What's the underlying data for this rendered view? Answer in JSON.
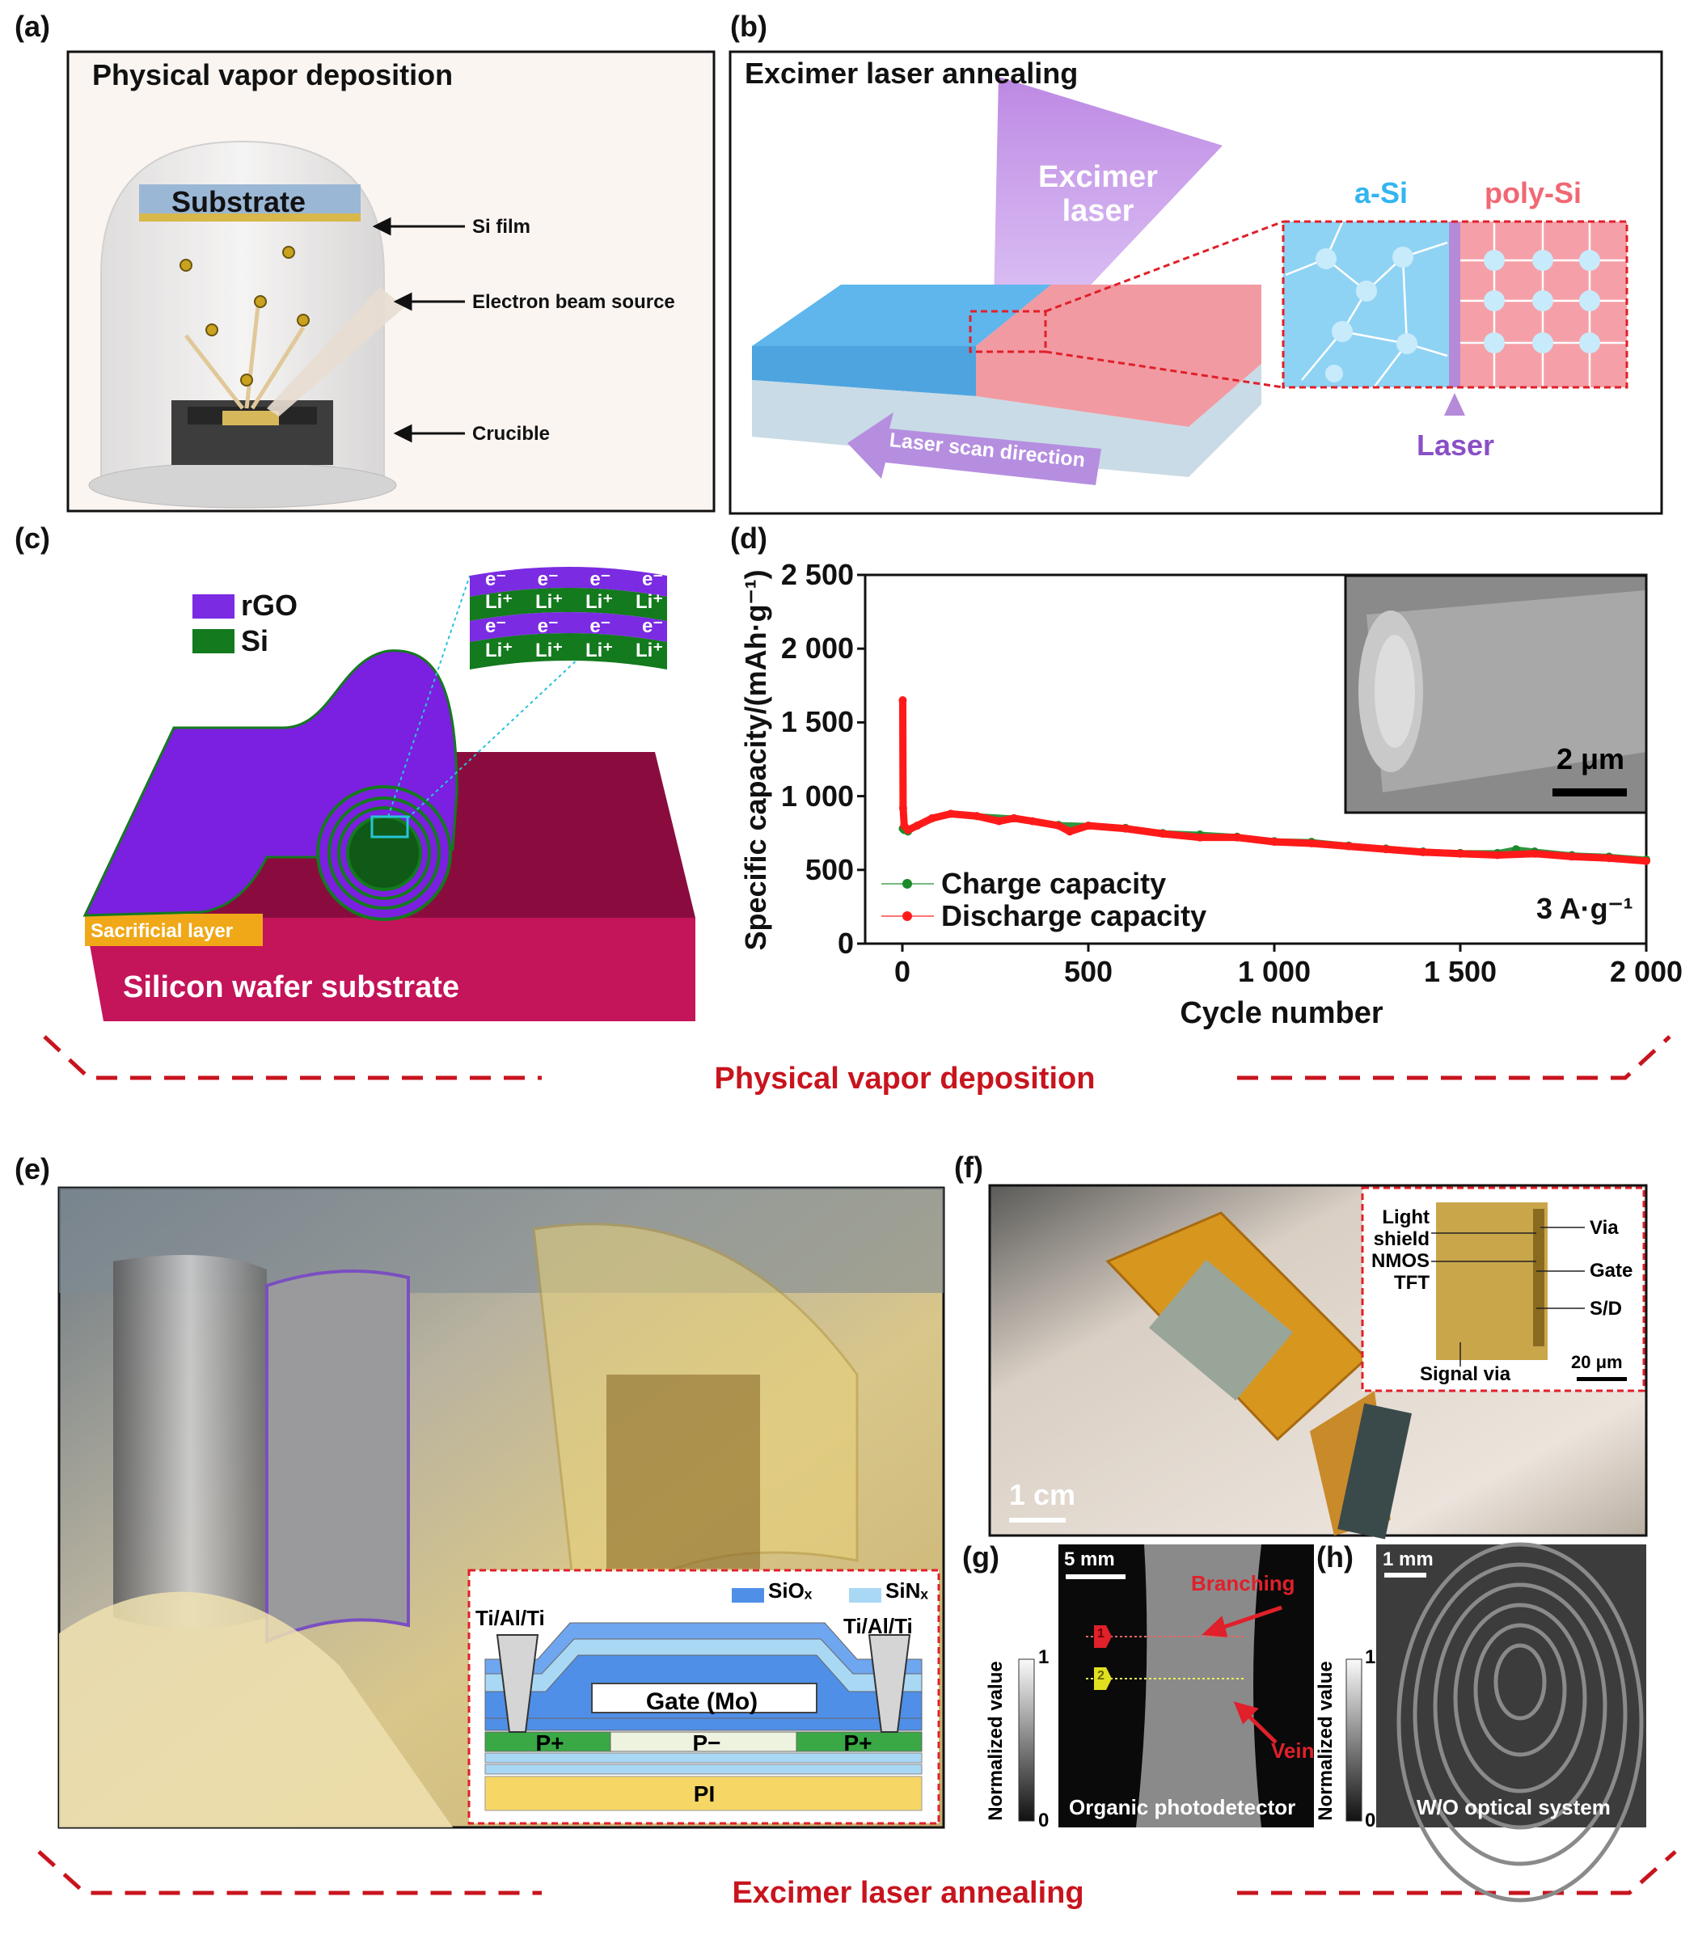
{
  "section_labels": {
    "top": "Physical vapor deposition",
    "bottom": "Excimer laser annealing"
  },
  "panels": {
    "a": {
      "label": "(a)",
      "title": "Physical vapor deposition",
      "substrate": "Substrate",
      "callouts": {
        "si_film": "Si film",
        "electron_beam": "Electron beam source",
        "crucible": "Crucible"
      }
    },
    "b": {
      "label": "(b)",
      "title": "Excimer laser annealing",
      "laser_line1": "Excimer",
      "laser_line2": "laser",
      "a_si": "a-Si",
      "poly_si": "poly-Si",
      "laser_mark": "Laser",
      "scan": "Laser scan direction"
    },
    "c": {
      "label": "(c)",
      "legend_rgo": "rGO",
      "legend_si": "Si",
      "sacrificial": "Sacrificial layer",
      "substrate": "Silicon wafer substrate",
      "electron": "e⁻",
      "lithium": "Li⁺"
    },
    "d": {
      "label": "(d)",
      "scale_bar": "2 μm"
    },
    "e": {
      "label": "(e)",
      "siox": "SiOₓ",
      "sinx": "SiNₓ",
      "contact_left": "Ti/Al/Ti",
      "contact_right": "Ti/Al/Ti",
      "gate": "Gate (Mo)",
      "p_plus_left": "P+",
      "p_minus": "P−",
      "p_plus_right": "P+",
      "pi": "PI"
    },
    "f": {
      "label": "(f)",
      "scale_bar": "1 cm",
      "light_shield_1": "Light",
      "light_shield_2": "shield",
      "nmos_1": "NMOS",
      "nmos_2": "TFT",
      "via": "Via",
      "gate": "Gate",
      "sd": "S/D",
      "signal_via": "Signal via",
      "inset_scale": "20 μm"
    },
    "g": {
      "label": "(g)",
      "scale_bar": "5 mm",
      "branching": "Branching",
      "vein": "Vein",
      "caption": "Organic photodetector",
      "colorbar_label": "Normalized value",
      "colorbar_max": "1",
      "colorbar_min": "0",
      "marker1": "1",
      "marker2": "2"
    },
    "h": {
      "label": "(h)",
      "scale_bar": "1 mm",
      "caption": "W/O optical system",
      "colorbar_label": "Normalized value",
      "colorbar_max": "1",
      "colorbar_min": "0"
    }
  },
  "colors": {
    "accent_red": "#c8141e",
    "rgo": "#7b2be2",
    "si": "#137a1e",
    "a_si": "#8fd3f4",
    "poly_si": "#f5a0a8",
    "laser": "#a55cd6"
  },
  "chart_data": {
    "type": "line",
    "title": "",
    "xlabel": "Cycle number",
    "ylabel": "Specific capacity/(mAh·g⁻¹)",
    "xlim": [
      -100,
      2000
    ],
    "ylim": [
      0,
      2500
    ],
    "xticks": [
      0,
      500,
      1000,
      1500,
      2000
    ],
    "xtick_labels": [
      "0",
      "500",
      "1 000",
      "1 500",
      "2 000"
    ],
    "yticks": [
      0,
      500,
      1000,
      1500,
      2000,
      2500
    ],
    "ytick_labels": [
      "0",
      "500",
      "1 000",
      "1 500",
      "2 000",
      "2 500"
    ],
    "grid": false,
    "legend": "bottom-left",
    "annotation": "3 A·g⁻¹",
    "series": [
      {
        "name": "Charge capacity",
        "color": "#1a8a2a",
        "points": [
          [
            1,
            780
          ],
          [
            5,
            770
          ],
          [
            15,
            760
          ],
          [
            40,
            800
          ],
          [
            80,
            850
          ],
          [
            130,
            880
          ],
          [
            200,
            865
          ],
          [
            300,
            850
          ],
          [
            420,
            805
          ],
          [
            500,
            800
          ],
          [
            600,
            785
          ],
          [
            700,
            750
          ],
          [
            800,
            740
          ],
          [
            900,
            725
          ],
          [
            1000,
            695
          ],
          [
            1100,
            690
          ],
          [
            1200,
            665
          ],
          [
            1300,
            645
          ],
          [
            1400,
            625
          ],
          [
            1500,
            615
          ],
          [
            1600,
            615
          ],
          [
            1650,
            640
          ],
          [
            1700,
            625
          ],
          [
            1800,
            600
          ],
          [
            1900,
            590
          ],
          [
            2000,
            570
          ]
        ]
      },
      {
        "name": "Discharge capacity",
        "color": "#ff1a1a",
        "points": [
          [
            1,
            1650
          ],
          [
            2,
            920
          ],
          [
            5,
            800
          ],
          [
            15,
            770
          ],
          [
            40,
            800
          ],
          [
            80,
            850
          ],
          [
            130,
            880
          ],
          [
            200,
            865
          ],
          [
            260,
            830
          ],
          [
            300,
            850
          ],
          [
            350,
            830
          ],
          [
            420,
            800
          ],
          [
            450,
            760
          ],
          [
            500,
            800
          ],
          [
            600,
            780
          ],
          [
            700,
            745
          ],
          [
            800,
            720
          ],
          [
            900,
            720
          ],
          [
            1000,
            690
          ],
          [
            1100,
            680
          ],
          [
            1200,
            660
          ],
          [
            1300,
            640
          ],
          [
            1400,
            620
          ],
          [
            1500,
            610
          ],
          [
            1600,
            600
          ],
          [
            1700,
            610
          ],
          [
            1800,
            590
          ],
          [
            1900,
            580
          ],
          [
            2000,
            560
          ]
        ]
      }
    ]
  }
}
